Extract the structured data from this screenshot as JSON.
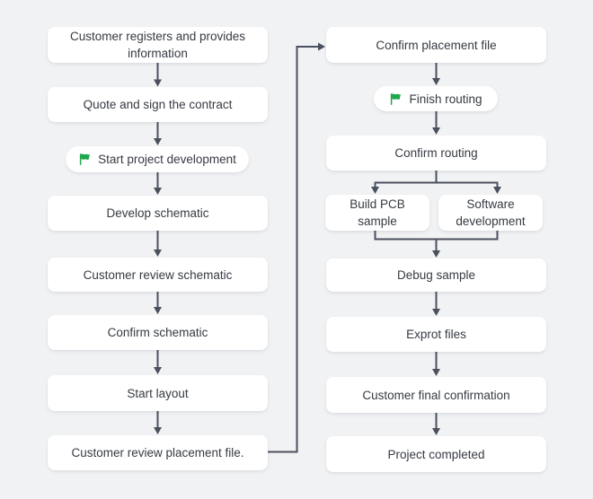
{
  "diagram_type": "flowchart",
  "colors": {
    "background": "#f1f2f4",
    "node_background": "#ffffff",
    "text": "#363a42",
    "connector": "#4a505e",
    "flag_green": "#1ea64b"
  },
  "nodes": {
    "l1": "Customer registers and provides information",
    "l2": "Quote and sign the contract",
    "l3": "Start project development",
    "l4": "Develop schematic",
    "l5": "Customer review schematic",
    "l6": "Confirm schematic",
    "l7": "Start layout",
    "l8": "Customer review placement file.",
    "r1": "Confirm placement file",
    "r2": "Finish routing",
    "r3": "Confirm routing",
    "r4a": "Build PCB sample",
    "r4b": "Software development",
    "r5": "Debug sample",
    "r6": "Exprot files",
    "r7": "Customer final confirmation",
    "r8": "Project completed"
  },
  "milestones": [
    "l3",
    "r2"
  ],
  "edges": [
    [
      "l1",
      "l2"
    ],
    [
      "l2",
      "l3"
    ],
    [
      "l3",
      "l4"
    ],
    [
      "l4",
      "l5"
    ],
    [
      "l5",
      "l6"
    ],
    [
      "l6",
      "l7"
    ],
    [
      "l7",
      "l8"
    ],
    [
      "l8",
      "r1"
    ],
    [
      "r1",
      "r2"
    ],
    [
      "r2",
      "r3"
    ],
    [
      "r3",
      "r4a"
    ],
    [
      "r3",
      "r4b"
    ],
    [
      "r4a",
      "r5"
    ],
    [
      "r4b",
      "r5"
    ],
    [
      "r5",
      "r6"
    ],
    [
      "r6",
      "r7"
    ],
    [
      "r7",
      "r8"
    ]
  ]
}
